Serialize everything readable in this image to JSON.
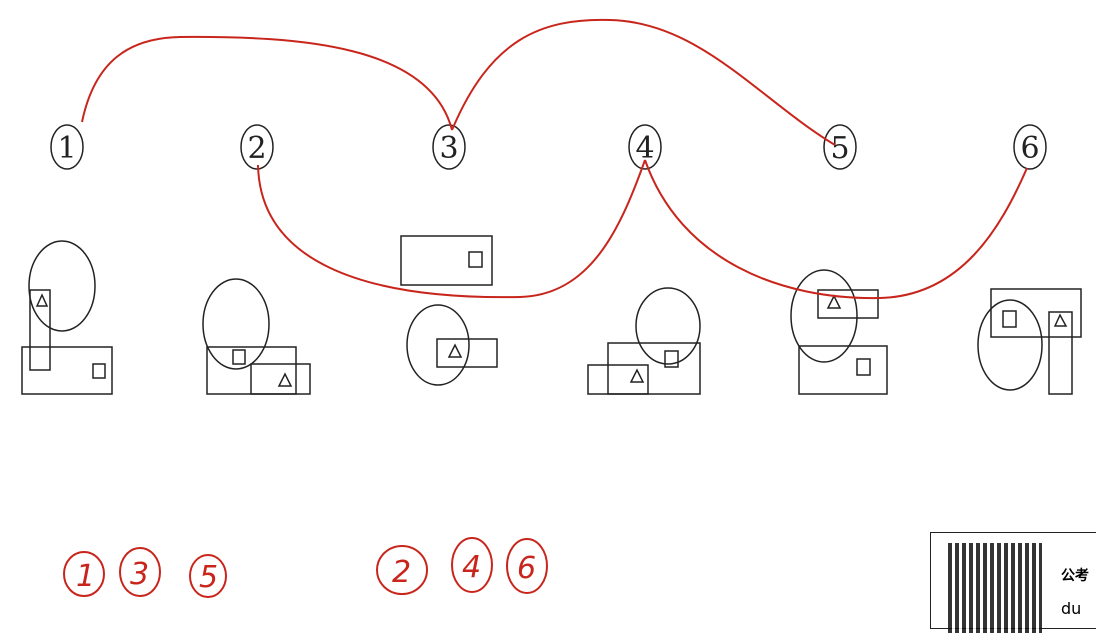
{
  "labels": [
    "①",
    "②",
    "③",
    "④",
    "⑤",
    "⑥"
  ],
  "answer_groups": [
    [
      "1",
      "3",
      "5"
    ],
    [
      "2",
      "4",
      "6"
    ]
  ],
  "watermark": {
    "brand": "公考",
    "handle": "du"
  },
  "annotation_color": "#c8261c"
}
